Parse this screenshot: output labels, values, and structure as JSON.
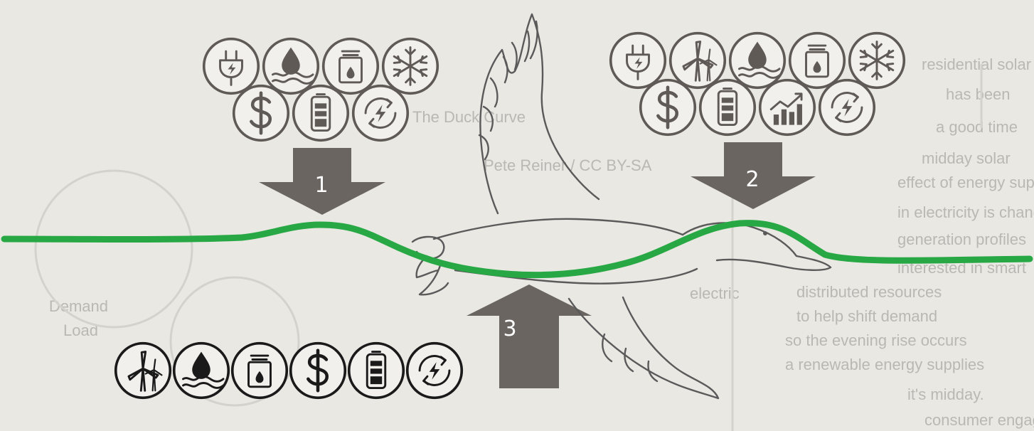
{
  "colors": {
    "background": "#e9e8e3",
    "grid_line": "#27a844",
    "arrow": "#6b6561",
    "icon_stroke_top": "#5f5a56",
    "icon_stroke_bottom": "#1a1a1a",
    "duck_stroke": "#5a5a5a"
  },
  "arrows": [
    {
      "number": "1",
      "direction": "down"
    },
    {
      "number": "2",
      "direction": "down"
    },
    {
      "number": "3",
      "direction": "up"
    }
  ],
  "icon_groups": {
    "group_1": {
      "row_1": [
        "plug-icon",
        "water-drop-icon",
        "heater-tank-icon",
        "snowflake-icon"
      ],
      "row_2": [
        "dollar-icon",
        "battery-icon",
        "recharge-cycle-icon"
      ]
    },
    "group_2": {
      "row_1": [
        "plug-icon",
        "wind-turbine-icon",
        "water-drop-icon",
        "heater-tank-icon",
        "snowflake-icon"
      ],
      "row_2": [
        "dollar-icon",
        "battery-icon",
        "growth-chart-icon",
        "recharge-cycle-icon"
      ]
    },
    "group_3": {
      "row_1": [
        "wind-turbine-icon",
        "water-drop-icon",
        "heater-tank-icon",
        "dollar-icon",
        "battery-icon",
        "recharge-cycle-icon"
      ]
    }
  },
  "background_text": [
    "The Duck Curve",
    "Pete Reiner / CC BY-SA",
    "residential solar",
    "has been",
    "a good time",
    "midday solar",
    "effect of energy supply",
    "in electricity is changing",
    "generation profiles",
    "interested in smart",
    "distributed resources",
    "to help shift demand",
    "so the evening rise occurs",
    "a renewable energy supplies",
    "it's midday.",
    "consumer engaging",
    "Demand",
    "Load",
    "electric"
  ]
}
